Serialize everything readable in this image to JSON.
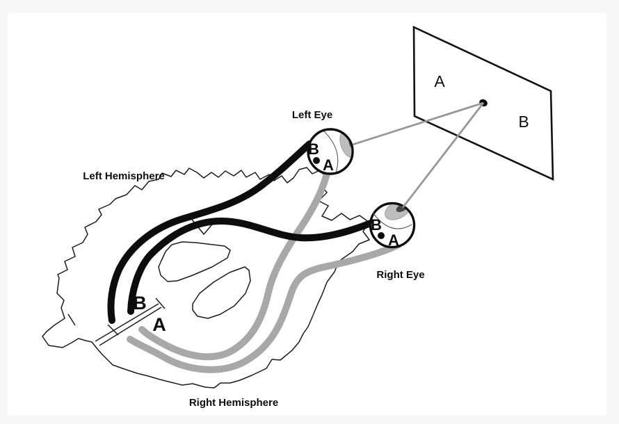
{
  "canvas": {
    "background": "#f7f7f8",
    "panel_fill": "#ffffff"
  },
  "labels": {
    "left_eye": "Left Eye",
    "right_eye": "Right Eye",
    "left_hemisphere": "Left Hemisphere",
    "right_hemisphere": "Right Hemisphere"
  },
  "screen": {
    "point_a": "A",
    "point_b": "B"
  },
  "cortex": {
    "site_a": "A",
    "site_b": "B"
  },
  "left_eye_retina": {
    "label_a": "A",
    "label_b": "B"
  },
  "right_eye_retina": {
    "label_a": "A",
    "label_b": "B"
  },
  "colors": {
    "pathway_black": "#0d0d0d",
    "pathway_gray": "#a8a8a8",
    "sight_line": "#979797",
    "outline": "#1a1a1a",
    "iris": "#bdbdbd",
    "pupil": "#454545",
    "marker_dot": "#0d0d0d"
  }
}
